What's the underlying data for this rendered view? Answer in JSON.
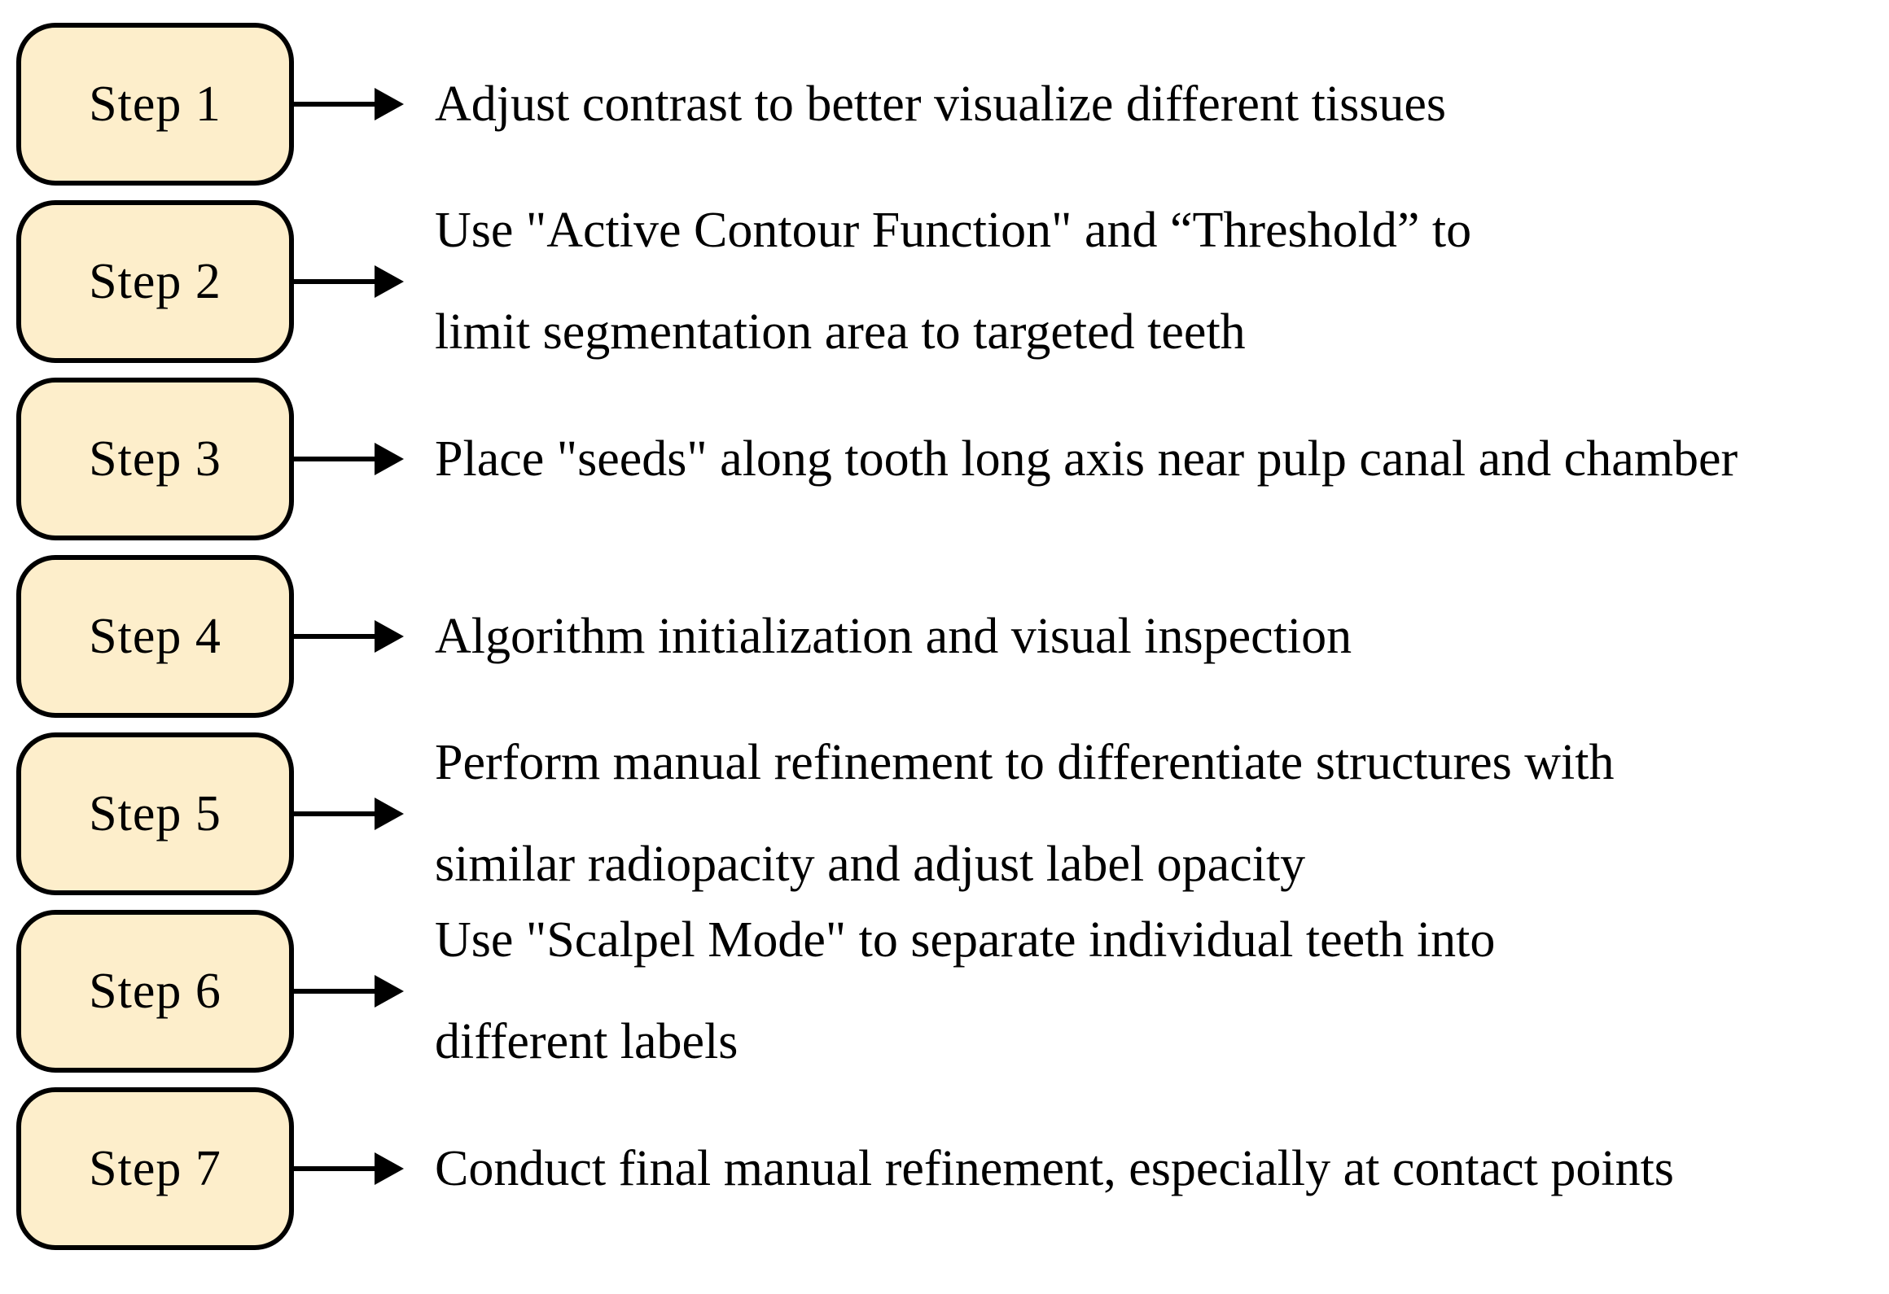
{
  "figure": {
    "type": "flowchart",
    "background_color": "#ffffff",
    "box_fill_color": "#fdeecb",
    "stroke_color": "#000000",
    "text_color": "#000000",
    "arrow_icon": "right-arrow"
  },
  "steps": [
    {
      "label": "Step 1",
      "lines": [
        "Adjust contrast to better visualize different tissues"
      ]
    },
    {
      "label": "Step 2",
      "lines": [
        "Use \"Active Contour Function\" and “Threshold” to",
        "limit segmentation area to targeted teeth"
      ]
    },
    {
      "label": "Step 3",
      "lines": [
        "Place \"seeds\" along tooth long axis near pulp canal and chamber"
      ]
    },
    {
      "label": "Step 4",
      "lines": [
        "Algorithm initialization and visual inspection"
      ]
    },
    {
      "label": "Step 5",
      "lines": [
        "Perform manual refinement to differentiate structures with",
        "similar radiopacity and adjust label opacity"
      ]
    },
    {
      "label": "Step 6",
      "lines": [
        "Use \"Scalpel Mode\" to separate individual teeth into",
        "different labels"
      ]
    },
    {
      "label": "Step 7",
      "lines": [
        "Conduct final manual refinement, especially at contact points"
      ]
    }
  ]
}
